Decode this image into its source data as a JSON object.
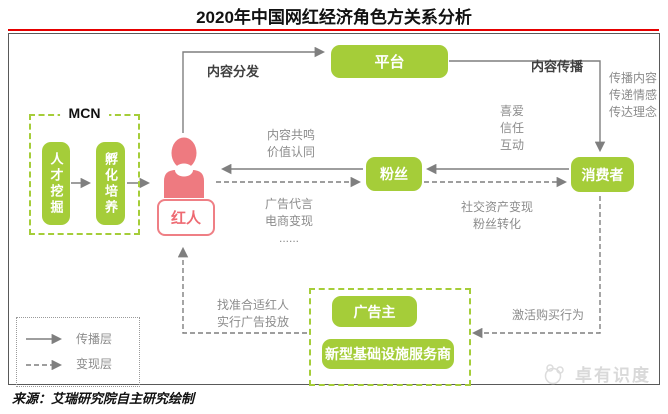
{
  "title": "2020年中国网红经济角色方关系分析",
  "colors": {
    "node_green": "#a5cd39",
    "influencer_pink": "#ee7a80",
    "arrow_gray": "#7f7f7f",
    "title_underline_red": "#e60000"
  },
  "nodes": {
    "mcn": "MCN",
    "talent_mining": "人才挖掘",
    "incubation": "孵化培养",
    "influencer": "红人",
    "platform": "平台",
    "fans": "粉丝",
    "consumer": "消费者",
    "advertiser": "广告主",
    "infra_provider": "新型基础设施服务商"
  },
  "edge_labels": {
    "content_distribution": "内容分发",
    "content_spread": "内容传播",
    "spread_detail": "传播内容\n传递情感\n传达理念",
    "consumer_to_fans": "喜爱\n信任\n互动",
    "fans_to_influencer": "内容共鸣\n价值认同",
    "influencer_to_fans": "广告代言\n电商变现\n......",
    "fans_to_consumer": "社交资产变现\n粉丝转化",
    "advertiser_to_influencer": "找准合适红人\n实行广告投放",
    "consumer_to_advertiser": "激活购买行为"
  },
  "legend": {
    "propagation": "传播层",
    "monetization": "变现层"
  },
  "source": "来源：艾瑞研究院自主研究绘制",
  "watermark": "卓有识度"
}
